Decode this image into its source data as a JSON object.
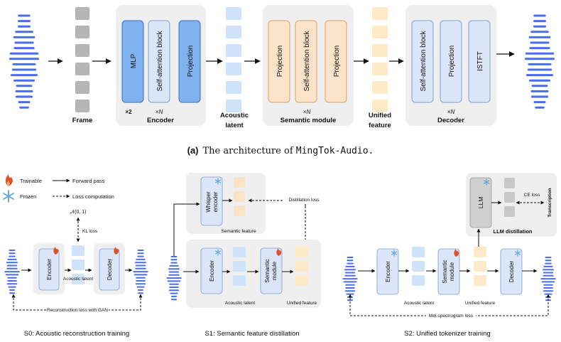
{
  "colors": {
    "wave": "#4a6cf0",
    "panel": "#efefef",
    "frame": "#b5b5b5",
    "blue_fill": "#7fb2ee",
    "blue_stroke": "#3b6fc2",
    "light_blue_fill": "#dbe6f8",
    "light_blue_stroke": "#7f9ed3",
    "latent": "#cfe4fa",
    "peach_fill": "#fbe3c9",
    "peach_stroke": "#d9a06a",
    "feature": "#fdebc8",
    "gray_block": "#c8c8c8",
    "fire": "#e0532a",
    "snow": "#5aa6de"
  },
  "top": {
    "frame_label": "Frame",
    "encoder": {
      "mlp": "MLP",
      "self_attn": "Self-attention block",
      "projection": "Projection",
      "mlp_mult": "×2",
      "n_mult": "×N",
      "title": "Encoder"
    },
    "acoustic_latent": [
      "Acoustic",
      "latent"
    ],
    "semantic": {
      "projection1": "Projection",
      "self_attn": "Self-attention block",
      "projection2": "Projection",
      "n_mult": "×N",
      "title": "Semantic module"
    },
    "unified_feature": [
      "Unified",
      "feature"
    ],
    "decoder": {
      "self_attn": "Self-attention block",
      "projection": "Projection",
      "istft": "ISTFT",
      "n_mult": "×N",
      "title": "Decoder"
    },
    "caption_prefix": "(a)",
    "caption_text": "The architecture of ",
    "caption_name": "MingTok-Audio."
  },
  "legend": {
    "trainable": "Trainable",
    "frozen": "Frozen",
    "forward": "Forward pass",
    "loss": "Loss computation"
  },
  "s0": {
    "encoder": "Encoder",
    "decoder": "Decoder",
    "prior": "𝒩(0, 1)",
    "kl": "KL loss",
    "latent": "Acoustic latent",
    "recon": "Reconstruction loss with GAN",
    "caption": "S0: Acoustic reconstruction training"
  },
  "s1": {
    "whisper": [
      "Whisper",
      "encoder"
    ],
    "semantic_feature": "Semantic feature",
    "distillation": "Distillation loss",
    "encoder": "Encoder",
    "semantic_module": [
      "Semantic",
      "module"
    ],
    "latent": "Acoustic latent",
    "unified": "Unified feature",
    "caption": "S1: Semantic feature distillation"
  },
  "s2": {
    "llm": "LLM",
    "ce": "CE loss",
    "transcription": "Transcription",
    "llm_distill": "LLM distillation",
    "encoder": "Encoder",
    "semantic_module": [
      "Semantic",
      "module"
    ],
    "decoder": "Decoder",
    "latent": "Acoustic latent",
    "unified": "Unified feature",
    "mel": "Mel-spectrogram loss",
    "caption": "S2: Unified tokenizer training"
  }
}
